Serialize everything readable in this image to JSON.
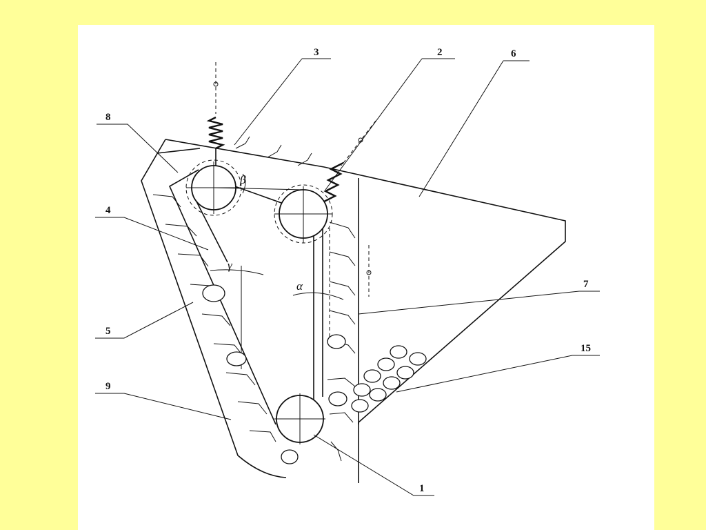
{
  "figure": {
    "background": "#ffff99",
    "paper": "#ffffff",
    "ink": "#111111"
  },
  "labels": {
    "l1": "1",
    "l2": "2",
    "l3": "3",
    "l4": "4",
    "l5": "5",
    "l6": "6",
    "l7": "7",
    "l8": "8",
    "l9": "9",
    "l15": "15"
  },
  "angles": {
    "beta": "β",
    "gamma": "γ",
    "alpha": "α"
  }
}
